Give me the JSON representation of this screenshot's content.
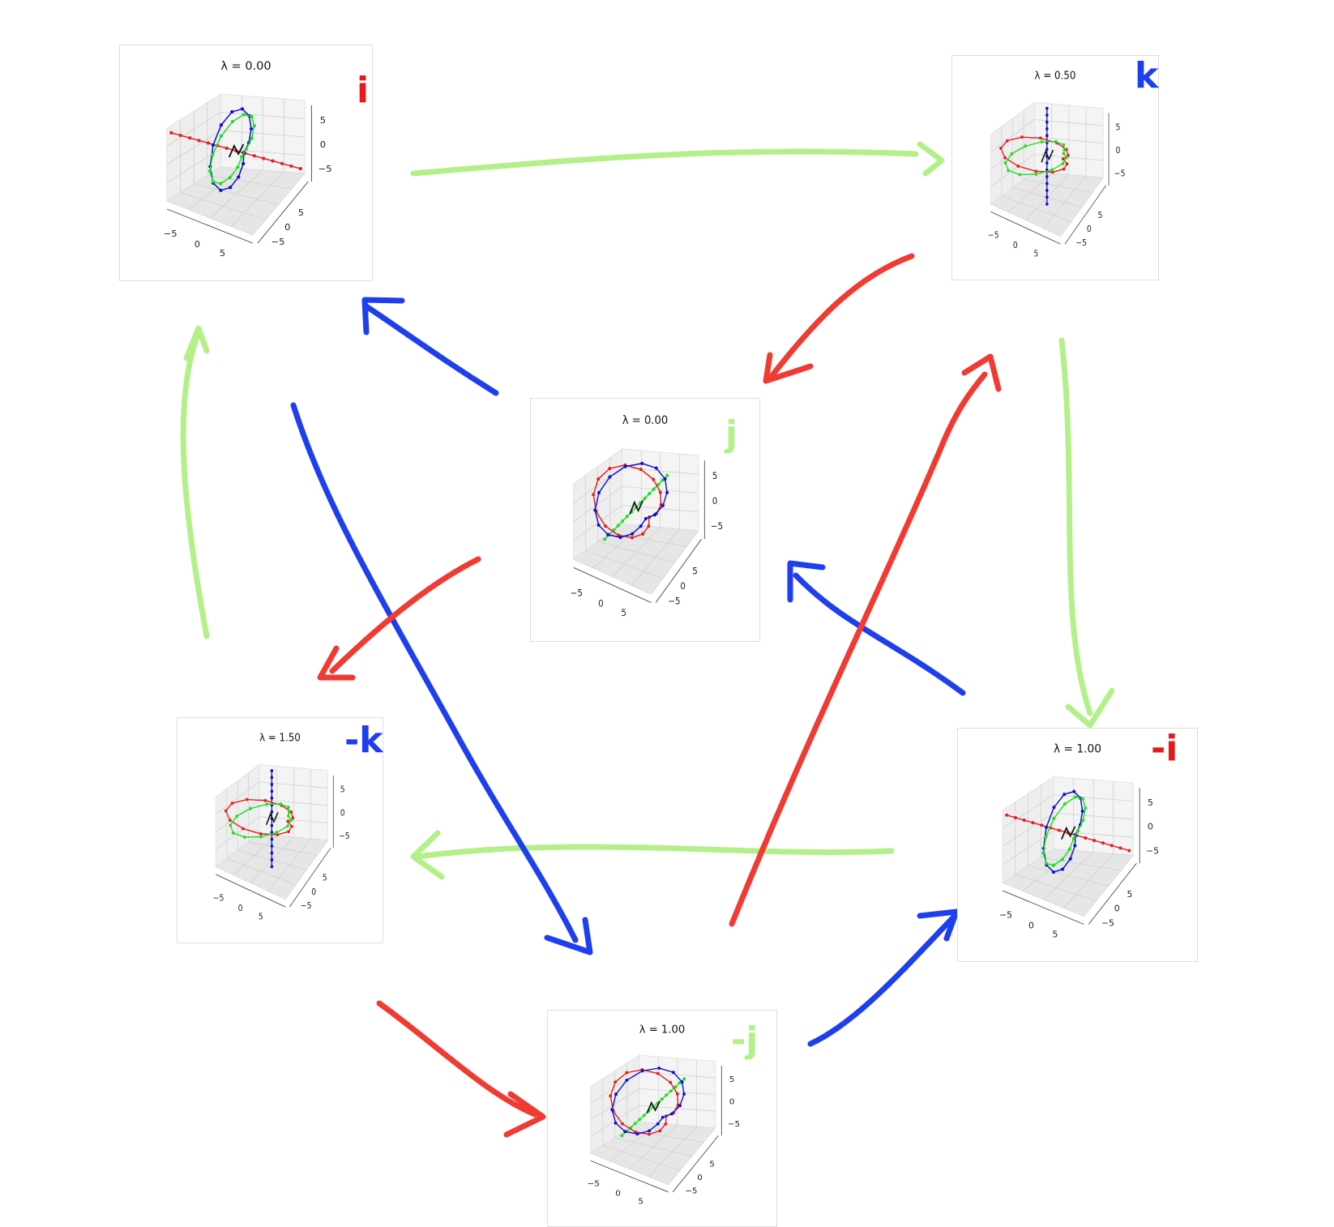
{
  "colors": {
    "red": "#f03a32",
    "blue": "#1d3ff0",
    "light_green": "#b4f08a",
    "series_red": "#e52020",
    "series_green": "#22dd22",
    "series_blue": "#1111cc",
    "series_black": "#111111"
  },
  "panels": [
    {
      "id": "i",
      "title": "λ = 0.00",
      "tag": "i",
      "tag_color": "#e51b1b",
      "variant": "i"
    },
    {
      "id": "k",
      "title": "λ = 0.50",
      "tag": "k",
      "tag_color": "#1d3ff0",
      "variant": "k"
    },
    {
      "id": "j",
      "title": "λ = 0.00",
      "tag": "j",
      "tag_color": "#b4f08a",
      "variant": "j"
    },
    {
      "id": "neg-k",
      "title": "λ = 1.50",
      "tag": "-k",
      "tag_color": "#1d3ff0",
      "variant": "k"
    },
    {
      "id": "neg-i",
      "title": "λ = 1.00",
      "tag": "-i",
      "tag_color": "#e51b1b",
      "variant": "i"
    },
    {
      "id": "neg-j",
      "title": "λ = 1.00",
      "tag": "-j",
      "tag_color": "#b4f08a",
      "variant": "j"
    }
  ],
  "axis_ticks": {
    "z": [
      "5",
      "0",
      "−5"
    ],
    "x": [
      "−5",
      "0",
      "5"
    ],
    "y": [
      "5",
      "0",
      "−5"
    ]
  }
}
